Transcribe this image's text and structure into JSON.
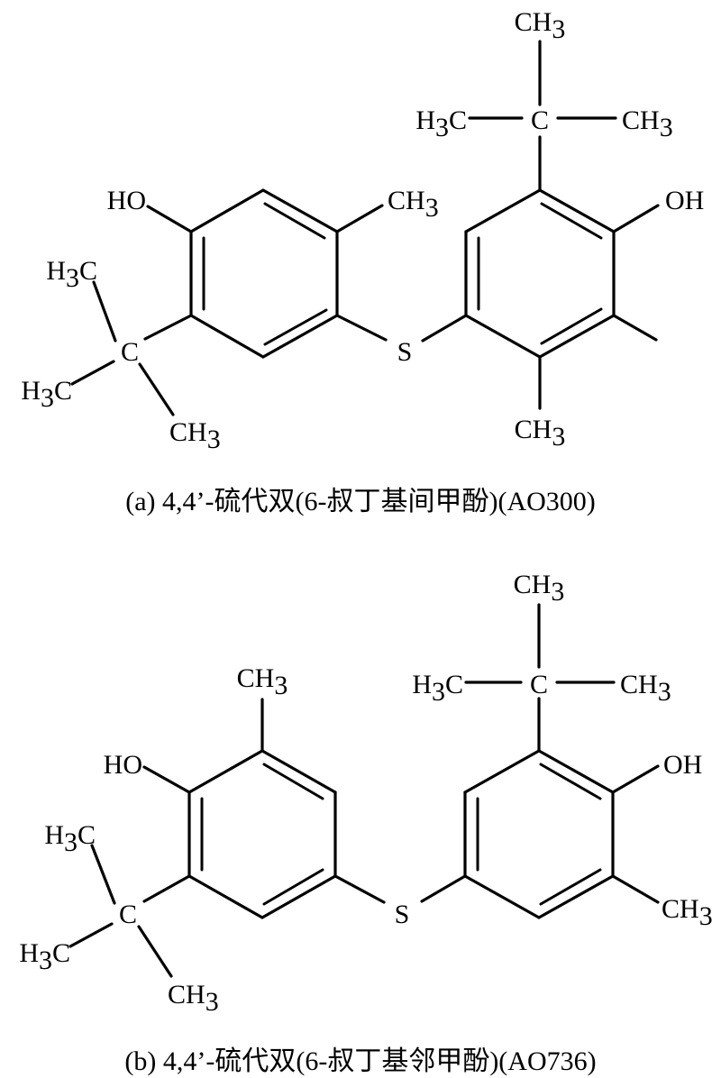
{
  "structures": [
    {
      "id": "a",
      "caption": "(a) 4,4’-硫代双(6-叔丁基间甲酚)(AO300)",
      "labels": {
        "ho": "HO",
        "left_tbutyl_top": "H3C",
        "left_tbutyl_center": "C",
        "left_tbutyl_left": "H3C",
        "left_tbutyl_bottom": "CH3",
        "left_ring_methyl": "CH3",
        "bridge": "S",
        "right_tbutyl_top": "CH3",
        "right_tbutyl_left": "H3C",
        "right_tbutyl_center": "C",
        "right_tbutyl_right": "CH3",
        "oh": "OH",
        "right_ring_methyl": "CH3"
      }
    },
    {
      "id": "b",
      "caption": "(b) 4,4’-硫代双(6-叔丁基邻甲酚)(AO736)",
      "labels": {
        "left_ring_methyl": "CH3",
        "ho": "HO",
        "left_tbutyl_top": "H3C",
        "left_tbutyl_center": "C",
        "left_tbutyl_left": "H3C",
        "left_tbutyl_bottom": "CH3",
        "bridge": "S",
        "right_tbutyl_top": "CH3",
        "right_tbutyl_left": "H3C",
        "right_tbutyl_center": "C",
        "right_tbutyl_right": "CH3",
        "oh": "OH",
        "right_ring_methyl": "CH3"
      }
    }
  ]
}
